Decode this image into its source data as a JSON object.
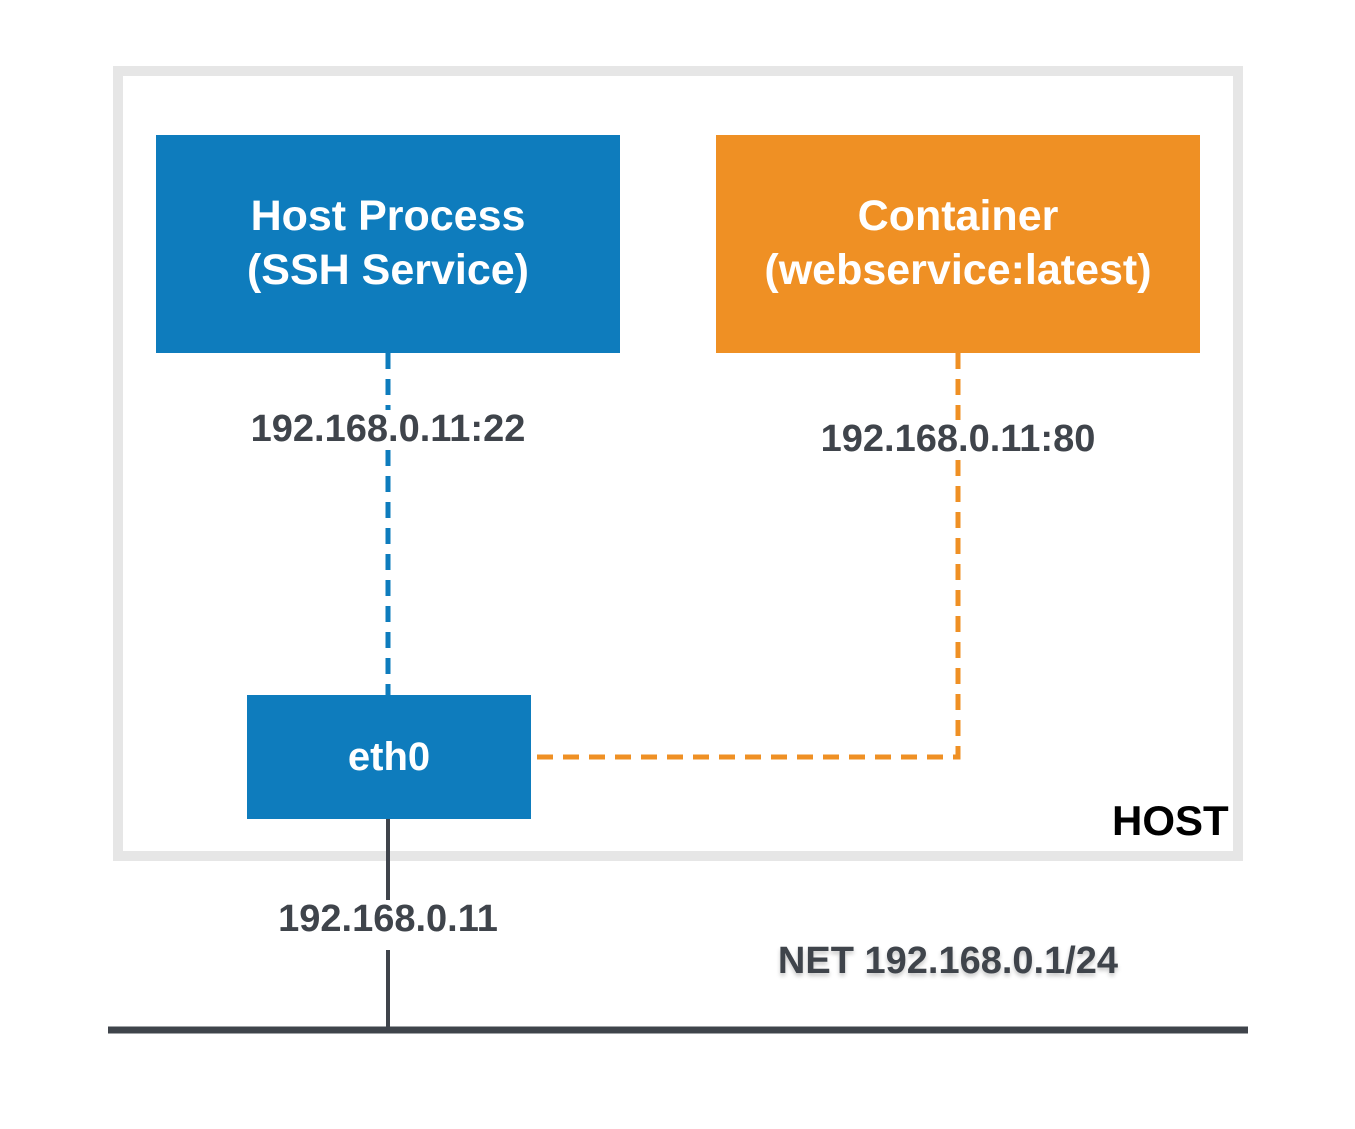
{
  "host": {
    "label": "HOST"
  },
  "host_process": {
    "line1": "Host Process",
    "line2": "(SSH Service)",
    "color": "#0e7cbd"
  },
  "container": {
    "line1": "Container",
    "line2": "(webservice:latest)",
    "color": "#ef9024"
  },
  "interface": {
    "label": "eth0",
    "color": "#0e7cbd"
  },
  "endpoints": {
    "ssh": "192.168.0.11:22",
    "web": "192.168.0.11:80",
    "host_ip": "192.168.0.11"
  },
  "network": {
    "label": "NET 192.168.0.1/24"
  }
}
